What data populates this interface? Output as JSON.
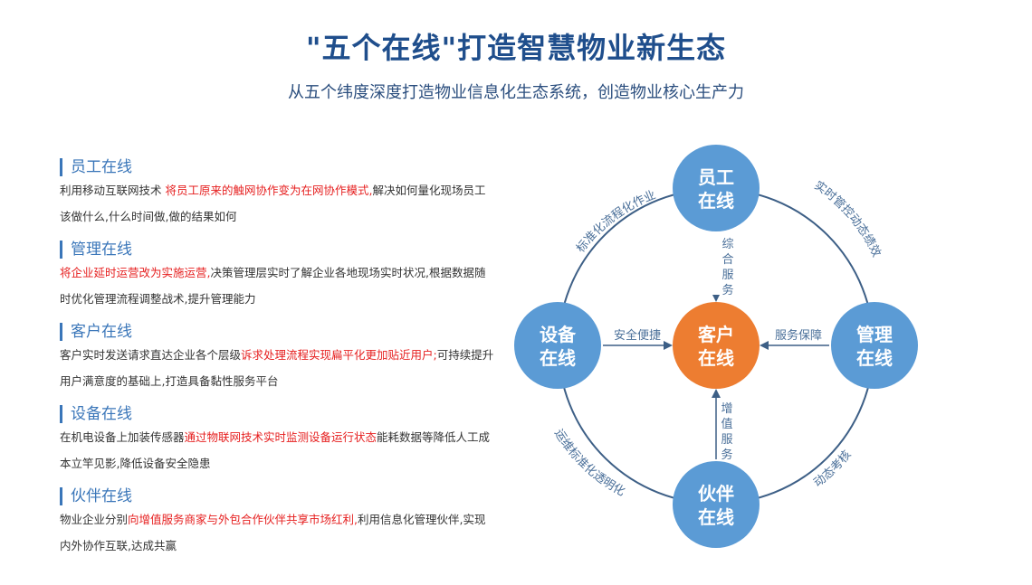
{
  "title": "\"五个在线\"打造智慧物业新生态",
  "subtitle": "从五个纬度深度打造物业信息化生态系统，创造物业核心生产力",
  "items": [
    {
      "title": "员工在线",
      "desc_before": "利用移动互联网技术 ",
      "desc_highlight": "将员工原来的触网协作变为在网协作模式,",
      "desc_after": "解决如何量化现场员工该做什么,什么时间做,做的结果如何"
    },
    {
      "title": "管理在线",
      "desc_before": "",
      "desc_highlight": "将企业延时运营改为实施运营,",
      "desc_after": "决策管理层实时了解企业各地现场实时状况,根据数据随时优化管理流程调整战术,提升管理能力"
    },
    {
      "title": "客户在线",
      "desc_before": "客户实时发送请求直达企业各个层级",
      "desc_highlight": "诉求处理流程实现扁平化更加贴近用户;",
      "desc_after": "可持续提升用户满意度的基础上,打造具备黏性服务平台"
    },
    {
      "title": "设备在线",
      "desc_before": "在机电设备上加装传感器",
      "desc_highlight": "通过物联网技术实时监测设备运行状态",
      "desc_after": "能耗数据等降低人工成本立竿见影,降低设备安全隐患"
    },
    {
      "title": "伙伴在线",
      "desc_before": "物业企业分别",
      "desc_highlight": "向增值服务商家与外包合作伙伴共享市场红利,",
      "desc_after": "利用信息化管理伙伴,实现内外协作互联,达成共赢"
    }
  ],
  "diagram": {
    "nodes": {
      "top": [
        "员工",
        "在线"
      ],
      "right": [
        "管理",
        "在线"
      ],
      "bottom": [
        "伙伴",
        "在线"
      ],
      "left": [
        "设备",
        "在线"
      ],
      "center": [
        "客户",
        "在线"
      ]
    },
    "arrow_labels": {
      "top": [
        "综",
        "合",
        "服",
        "务"
      ],
      "right": "服务保障",
      "bottom": [
        "增",
        "值",
        "服",
        "务"
      ],
      "left": "安全便捷"
    },
    "arc_labels": {
      "top_left": "标准化流程化作业",
      "top_right": "实时管控动态绩效",
      "bottom_left": "运维标准化透明化",
      "bottom_right": "动态考核"
    },
    "colors": {
      "outer_node": "#5b9bd5",
      "center_node": "#ed7d31",
      "ring": "#3d5f86",
      "label": "#4a6f99"
    }
  }
}
